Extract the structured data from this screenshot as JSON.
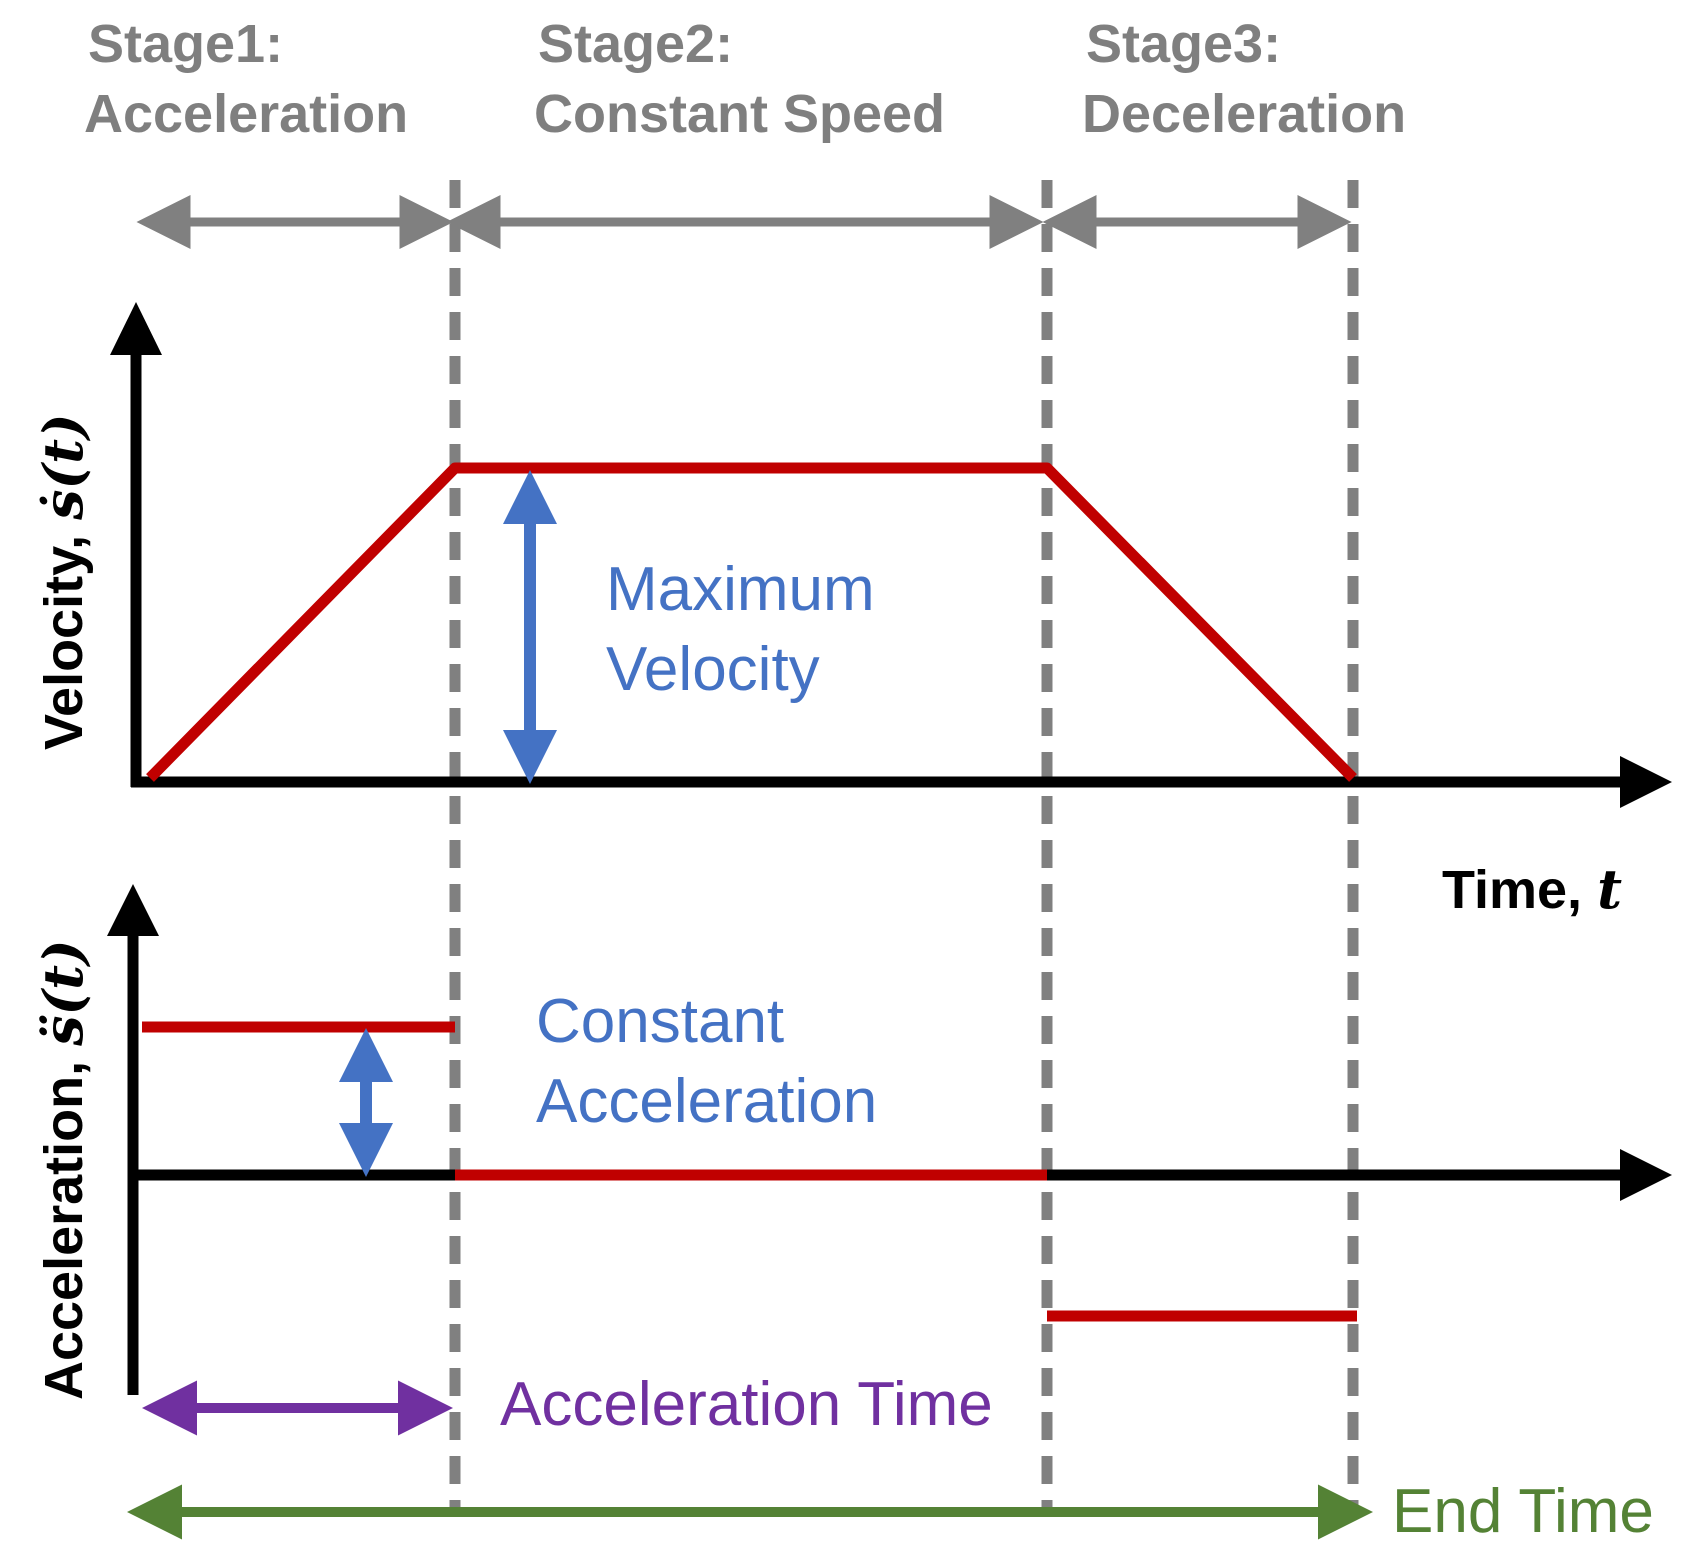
{
  "stages": [
    {
      "line1": "Stage1:",
      "line2": "Acceleration"
    },
    {
      "line1": "Stage2:",
      "line2": "Constant Speed"
    },
    {
      "line1": "Stage3:",
      "line2": "Deceleration"
    }
  ],
  "velocity_axis": {
    "prefix": "Velocity, ",
    "symbol": "ṡ",
    "args": "(t)"
  },
  "acceleration_axis": {
    "prefix": "Acceleration, ",
    "symbol": "s̈",
    "args": "(t)"
  },
  "time_axis": {
    "prefix": "Time, ",
    "symbol": "t"
  },
  "annotations": {
    "max_velocity_1": "Maximum",
    "max_velocity_2": "Velocity",
    "const_accel_1": "Constant",
    "const_accel_2": "Acceleration",
    "accel_time": "Acceleration Time",
    "end_time": "End Time"
  },
  "colors": {
    "profile": "#c00000",
    "stage_arrows": "#808080",
    "max_velocity": "#4472c4",
    "const_accel": "#4472c4",
    "accel_time": "#7030a0",
    "end_time": "#548235",
    "axes": "#000000",
    "stage_text": "#7f7f7f"
  }
}
